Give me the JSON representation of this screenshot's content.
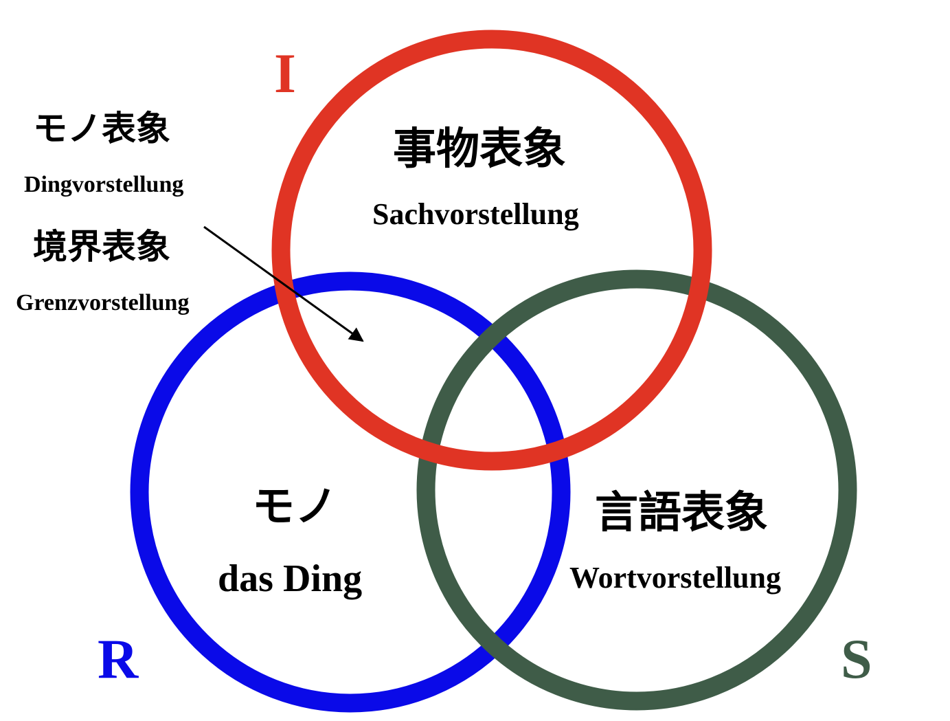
{
  "rings": {
    "imaginary": {
      "letter": "I",
      "color": "#e03424"
    },
    "real": {
      "letter": "R",
      "color": "#0a0ae8"
    },
    "symbolic": {
      "letter": "S",
      "color": "#3f5c48"
    }
  },
  "regions": {
    "imaginary": {
      "jp": "事物表象",
      "de": "Sachvorstellung"
    },
    "real": {
      "jp": "モノ",
      "de": "das Ding"
    },
    "symbolic": {
      "jp": "言語表象",
      "de": "Wortvorstellung"
    }
  },
  "side_labels": {
    "thing": {
      "jp": "モノ表象",
      "de": "Dingvorstellung"
    },
    "border": {
      "jp": "境界表象",
      "de": "Grenzvorstellung"
    }
  }
}
